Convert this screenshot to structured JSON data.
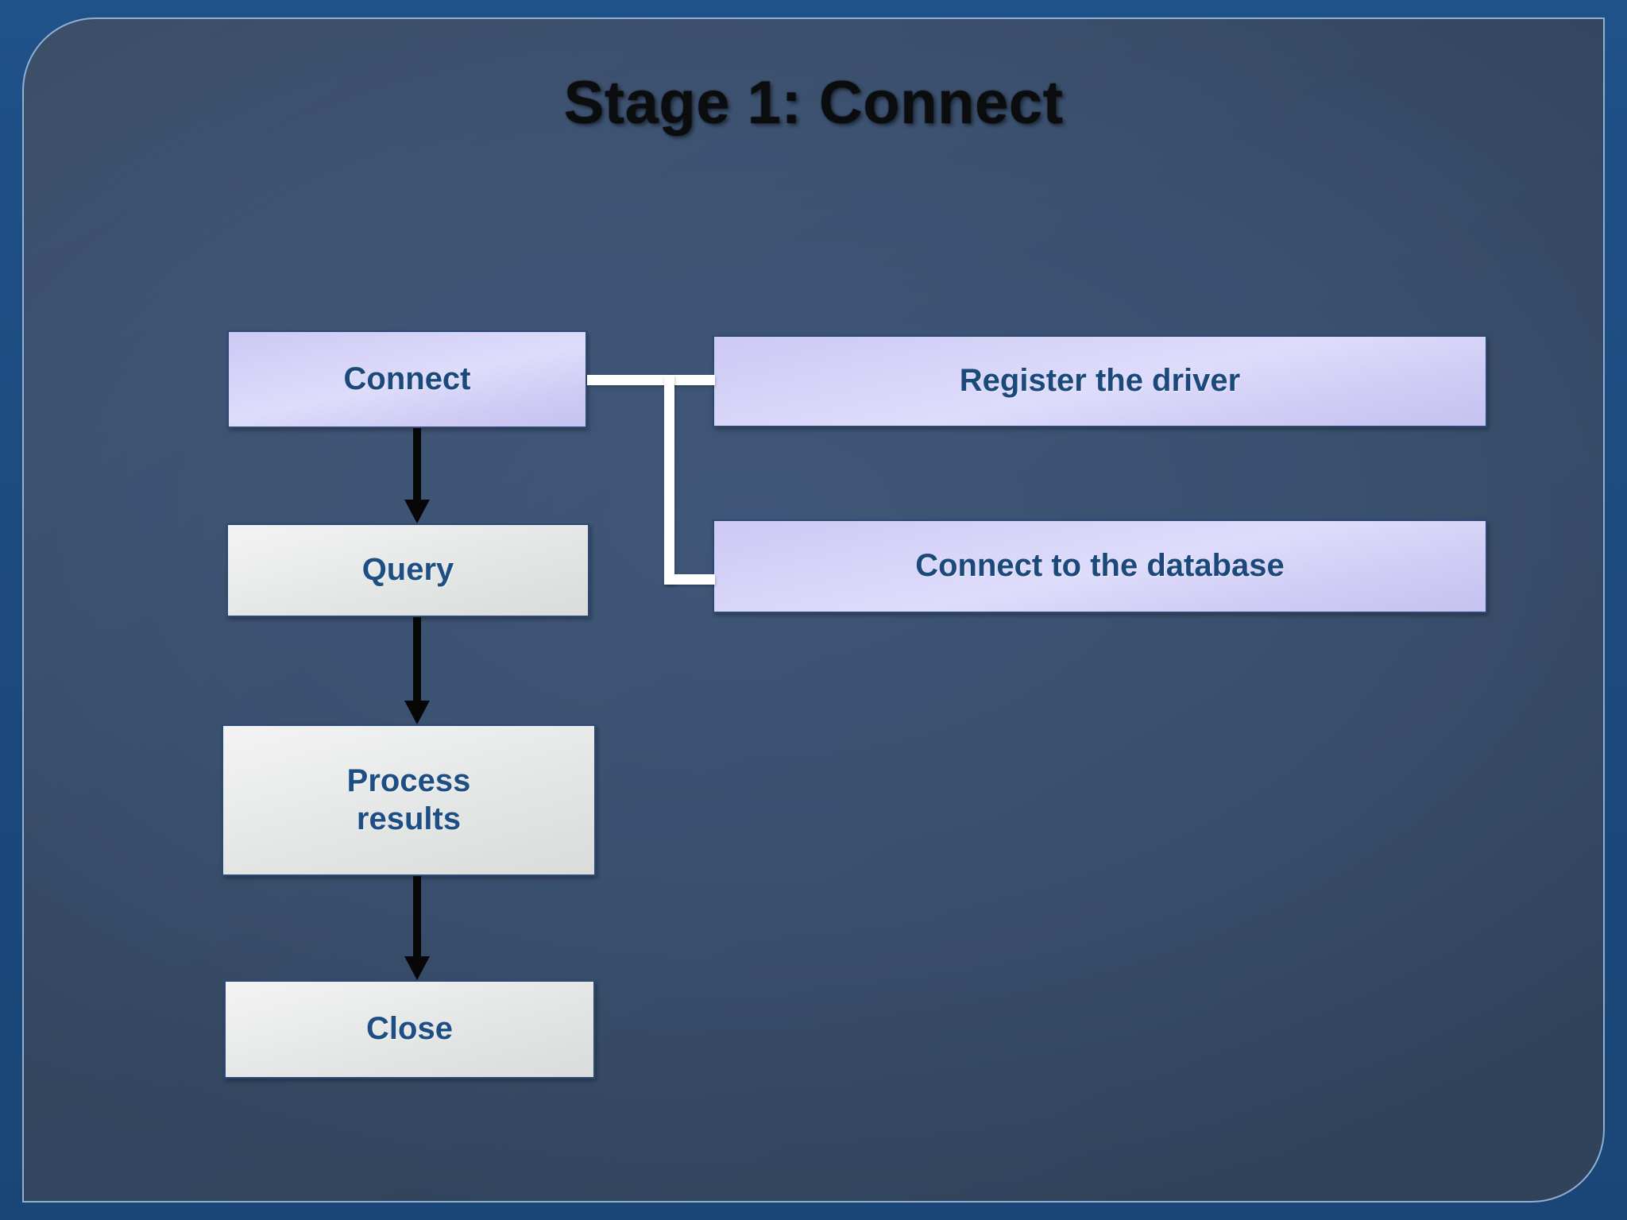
{
  "slide": {
    "title": "Stage 1: Connect",
    "theme": {
      "outer_background": "#1d4e84",
      "panel_background": "#3a506f",
      "panel_outline": "#8fb0d4",
      "box_border": "#2c4a73",
      "box_text": "#1d4e84",
      "lavender_box_fill": "#d6d3f8",
      "pale_box_fill": "#eceeed",
      "arrow_color": "#070707",
      "connector_color": "#ffffff"
    }
  },
  "flow": {
    "main_sequence": [
      {
        "id": "connect",
        "label": "Connect",
        "style": "lavender"
      },
      {
        "id": "query",
        "label": "Query",
        "style": "pale"
      },
      {
        "id": "process",
        "label": "Process\nresults",
        "style": "pale",
        "line1": "Process",
        "line2": "results"
      },
      {
        "id": "close",
        "label": "Close",
        "style": "pale"
      }
    ],
    "substeps_of_connect": [
      {
        "id": "register-driver",
        "label": "Register the driver",
        "style": "lavender"
      },
      {
        "id": "connect-to-database",
        "label": "Connect to the database",
        "style": "lavender"
      }
    ],
    "connectors": {
      "arrows": [
        {
          "from": "connect",
          "to": "query",
          "direction": "down"
        },
        {
          "from": "query",
          "to": "process",
          "direction": "down"
        },
        {
          "from": "process",
          "to": "close",
          "direction": "down"
        }
      ],
      "branch": {
        "from": "connect",
        "to": [
          "register-driver",
          "connect-to-database"
        ],
        "shape": "elbow-bracket",
        "color": "#ffffff"
      }
    }
  }
}
